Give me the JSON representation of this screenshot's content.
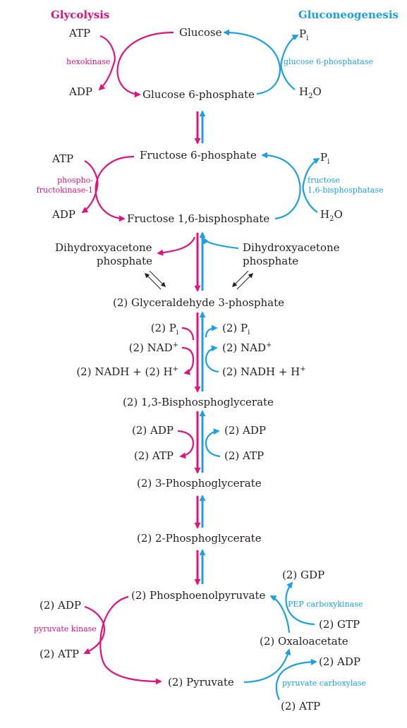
{
  "headers": {
    "glycolysis": "Glycolysis",
    "gluconeogenesis": "Gluconeogenesis"
  },
  "colors": {
    "glycolysis": "#e2127a",
    "gluconeogenesis": "#1ba1e2",
    "text": "#231f20"
  },
  "metabolites": {
    "glucose": "Glucose",
    "g6p": "Glucose 6-phosphate",
    "f6p": "Fructose 6-phosphate",
    "f16bp": "Fructose 1,6-bisphosphate",
    "dhap_line1": "Dihydroxyacetone",
    "dhap_line2": "phosphate",
    "g3p": "(2) Glyceraldehyde 3-phosphate",
    "bpg": "(2) 1,3-Bisphosphoglycerate",
    "pg3": "(2) 3-Phosphoglycerate",
    "pg2": "(2) 2-Phosphoglycerate",
    "pep": "(2) Phosphoenolpyruvate",
    "oaa": "(2) Oxaloacetate",
    "pyruvate": "(2) Pyruvate"
  },
  "cofactors": {
    "atp": "ATP",
    "adp": "ADP",
    "p": "P",
    "i": "i",
    "h": "H",
    "o": "O",
    "two": "2",
    "n_p": "(2) P",
    "n_nad": "(2) NAD",
    "plus": "+",
    "n_nadh_h": "(2) NADH + (2) H",
    "n_nadh_hb": "(2) NADH + H",
    "n_adp": "(2) ADP",
    "n_atp": "(2) ATP",
    "n_gdp": "(2) GDP",
    "n_gtp": "(2) GTP"
  },
  "enzymes": {
    "hexokinase": "hexokinase",
    "g6pase": "glucose 6-phosphatase",
    "pfk_line1": "phospho-",
    "pfk_line2": "fructokinase-1",
    "fbpase_line1": "fructose",
    "fbpase_line2": "1,6-bisphosphatase",
    "pep_ck": "PEP carboxykinase",
    "pk": "pyruvate kinase",
    "pc": "pyruvate carboxylase"
  }
}
